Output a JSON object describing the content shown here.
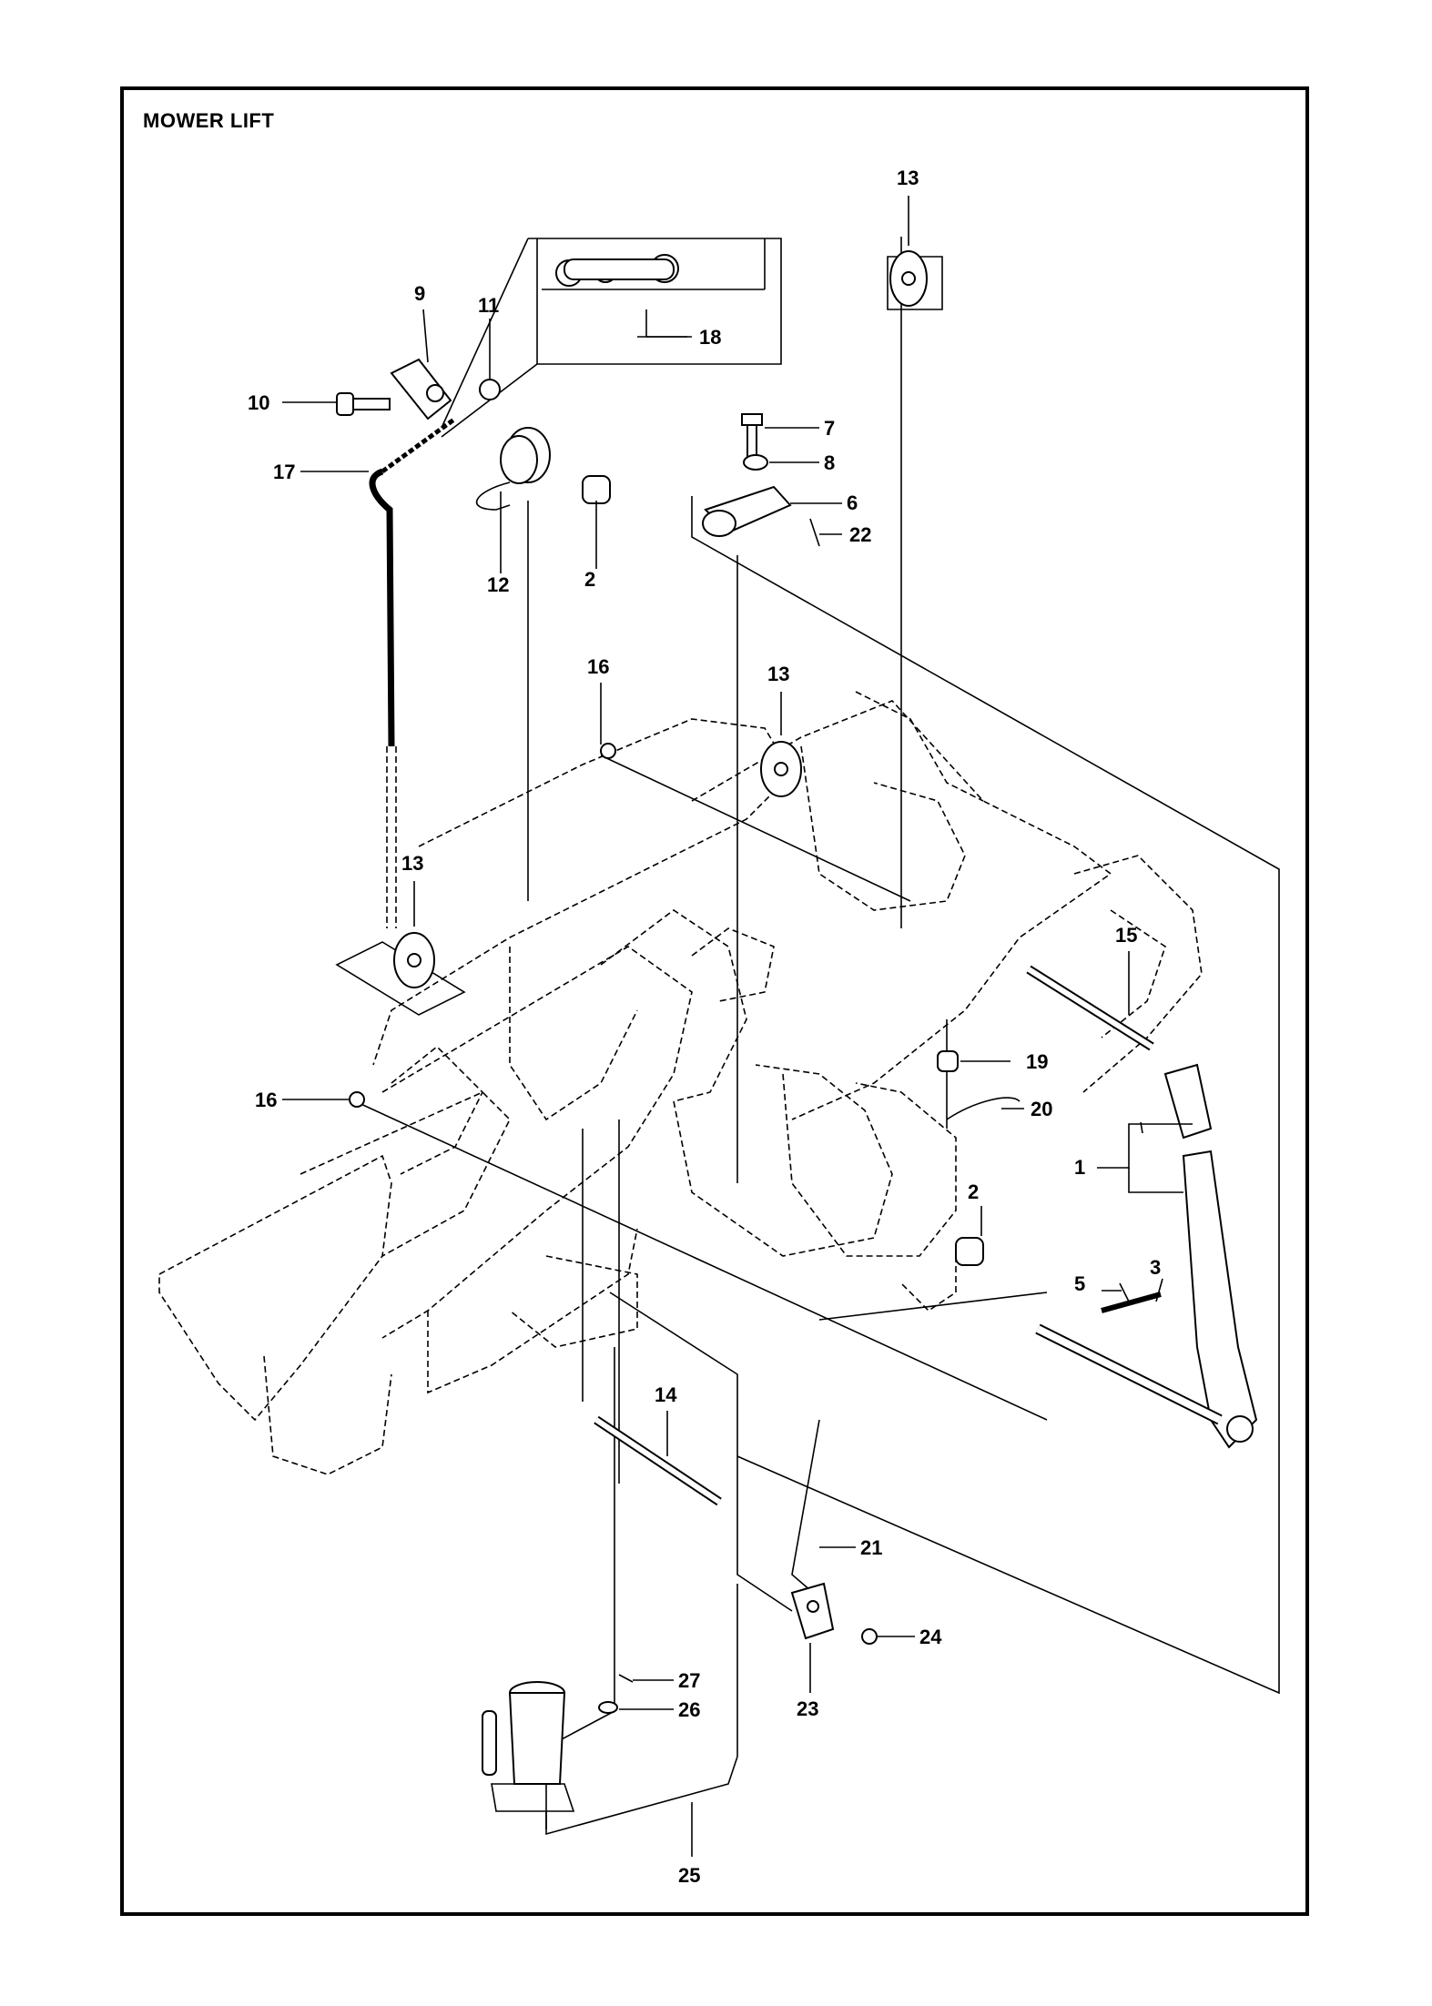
{
  "title": "MOWER LIFT",
  "callouts": [
    "1",
    "2",
    "2",
    "3",
    "5",
    "6",
    "7",
    "8",
    "9",
    "10",
    "11",
    "12",
    "13",
    "13",
    "13",
    "14",
    "15",
    "16",
    "16",
    "17",
    "18",
    "19",
    "20",
    "21",
    "22",
    "23",
    "24",
    "25",
    "26",
    "27"
  ]
}
